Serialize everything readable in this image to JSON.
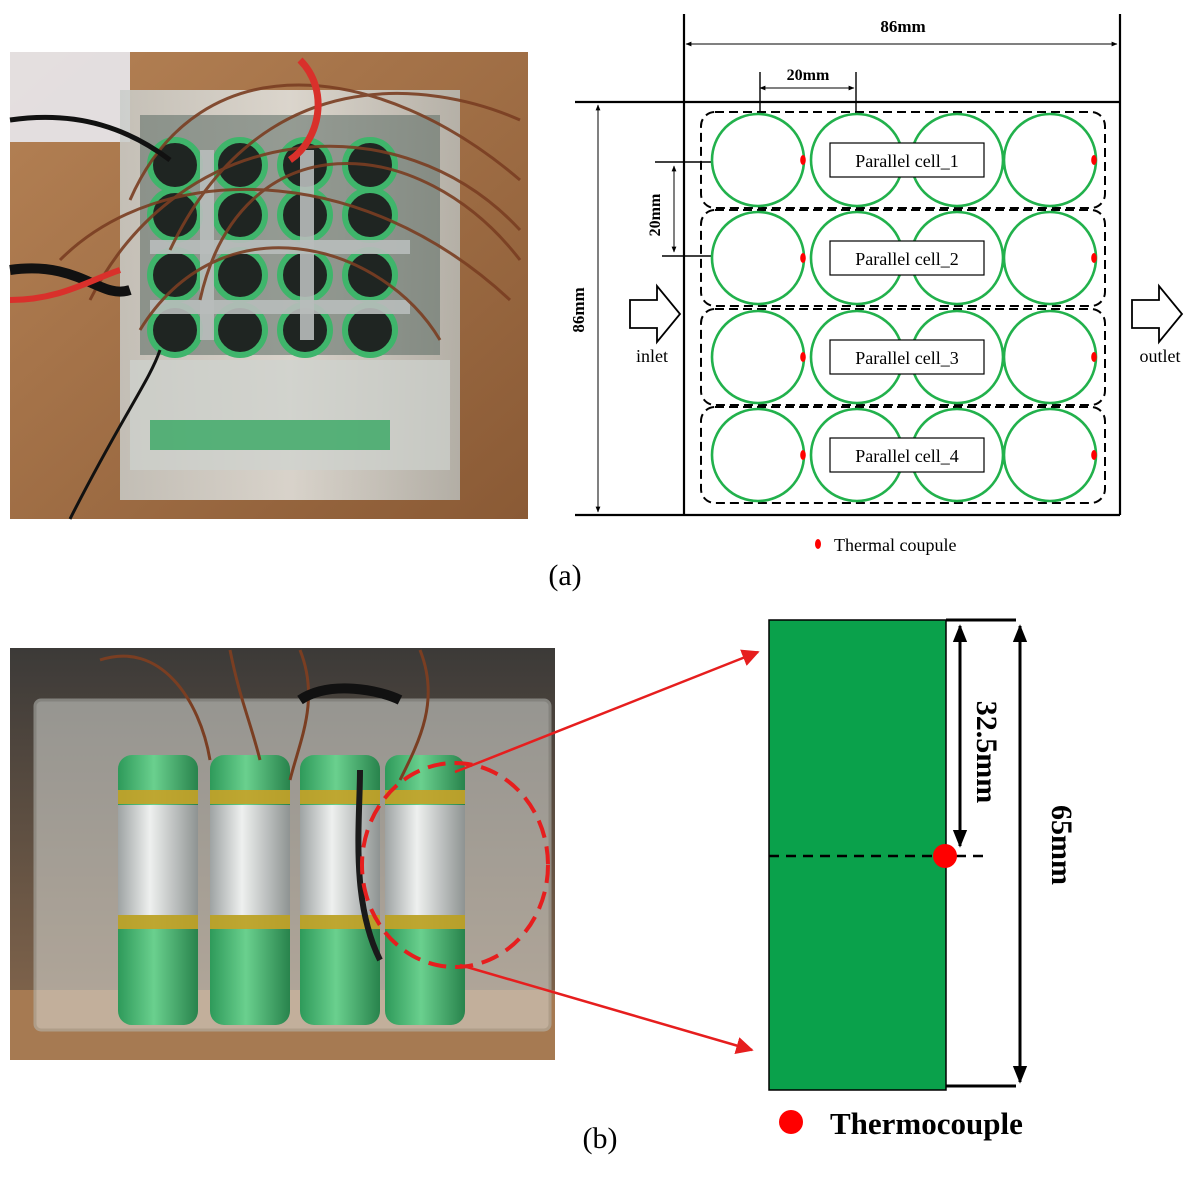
{
  "panel_a": {
    "label": "(a)",
    "width_dim": "86mm",
    "height_dim": "86mm",
    "pitch_h": "20mm",
    "pitch_v": "20mm",
    "inlet": "inlet",
    "outlet": "outlet",
    "groups": [
      "Parallel cell_1",
      "Parallel cell_2",
      "Parallel cell_3",
      "Parallel cell_4"
    ],
    "legend": "Thermal coupule"
  },
  "panel_b": {
    "label": "(b)",
    "height_dim": "65mm",
    "half_dim": "32.5mm",
    "legend": "Thermocouple"
  },
  "colors": {
    "cell_ring": "#22b14c",
    "cell_fill": "#0aa14b",
    "sensor": "#ff0000",
    "arrow": "#e61e1e"
  }
}
